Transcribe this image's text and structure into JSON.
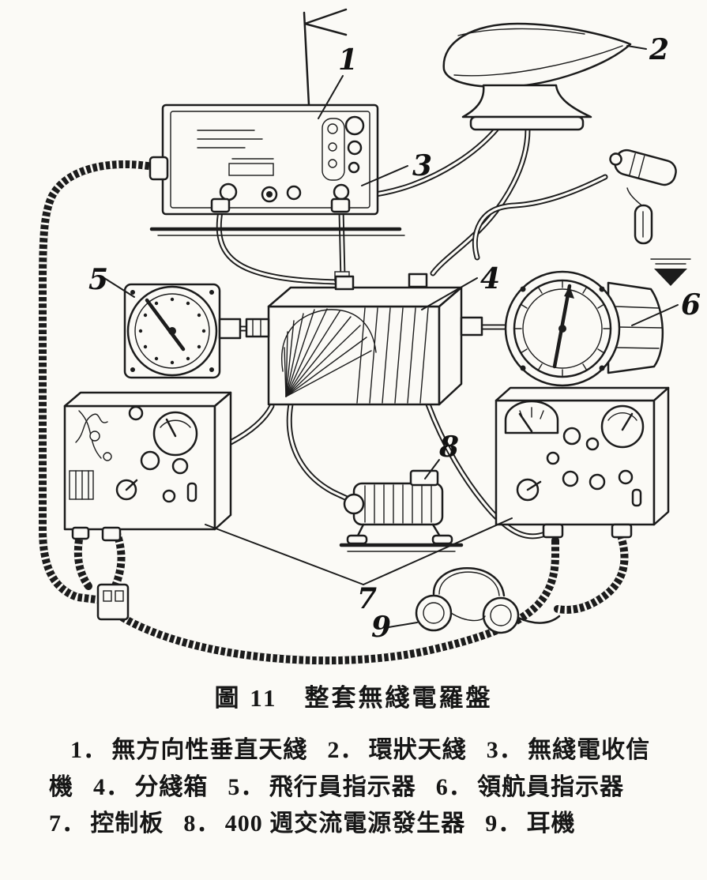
{
  "figure": {
    "caption": "圖 11　整套無綫電羅盤",
    "callouts": [
      "1",
      "2",
      "3",
      "4",
      "5",
      "6",
      "7",
      "8",
      "9"
    ]
  },
  "legend": {
    "items": [
      {
        "number": "1．",
        "label": "無方向性垂直天綫"
      },
      {
        "number": "2．",
        "label": "環狀天綫"
      },
      {
        "number": "3．",
        "label": "無綫電收信機"
      },
      {
        "number": "4．",
        "label": "分綫箱"
      },
      {
        "number": "5．",
        "label": "飛行員指示器"
      },
      {
        "number": "6．",
        "label": "領航員指示器"
      },
      {
        "number": "7．",
        "label": "控制板"
      },
      {
        "number": "8．",
        "label": "400 週交流電源發生器"
      },
      {
        "number": "9．",
        "label": "耳機"
      }
    ]
  }
}
